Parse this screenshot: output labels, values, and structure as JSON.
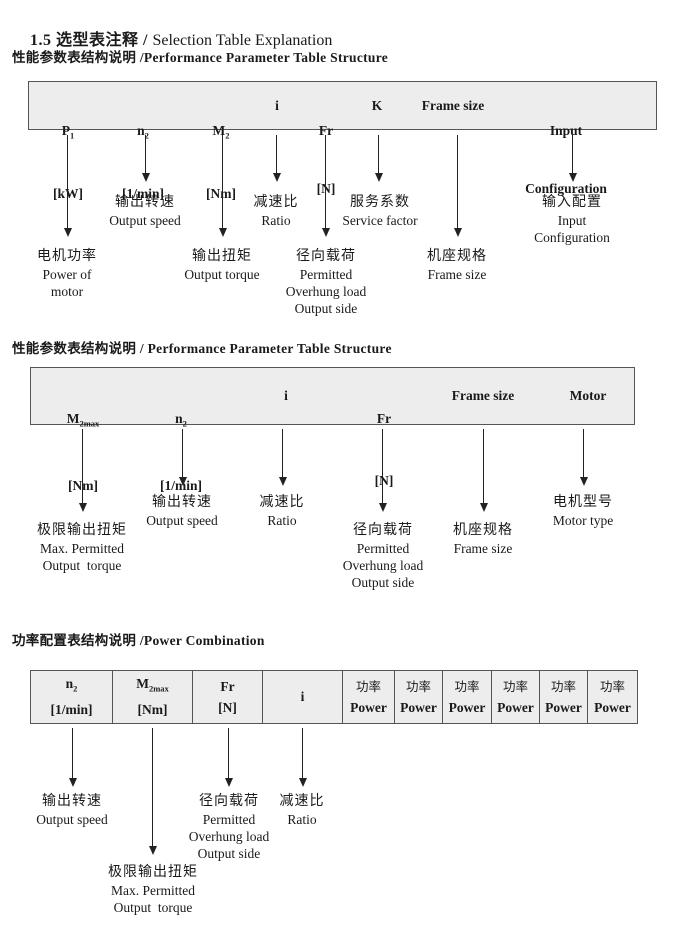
{
  "title": {
    "zh": "1.5 选型表注释 / ",
    "en": "Selection Table Explanation"
  },
  "colors": {
    "table_bg": "#ededed",
    "table_border": "#555555",
    "text": "#1a1a1a"
  },
  "sections": [
    {
      "heading": "性能参数表结构说明 /Performance Parameter Table Structure",
      "table": {
        "columns": [
          {
            "sym": "P",
            "sub": "1",
            "unit": "[kW]"
          },
          {
            "sym": "n",
            "sub": "2",
            "unit": "[1/min]"
          },
          {
            "sym": "M",
            "sub": "2",
            "unit": "[Nm]"
          },
          {
            "sym": "i",
            "sub": "",
            "unit": ""
          },
          {
            "sym": "Fr",
            "sub": "",
            "unit": "[N]"
          },
          {
            "sym": "K",
            "sub": "",
            "unit": ""
          },
          {
            "sym": "Frame size",
            "sub": "",
            "unit": ""
          },
          {
            "sym": "Input",
            "sub": "",
            "unit": "Configuration"
          }
        ]
      },
      "annotations": [
        {
          "lines": [
            "电机功率",
            "Power of",
            "motor"
          ]
        },
        {
          "lines": [
            "输出转速",
            "Output speed"
          ]
        },
        {
          "lines": [
            "输出扭矩",
            "Output torque"
          ]
        },
        {
          "lines": [
            "减速比",
            "Ratio"
          ]
        },
        {
          "lines": [
            "径向载荷",
            "Permitted",
            "Overhung load",
            "Output side"
          ]
        },
        {
          "lines": [
            "服务系数",
            "Service factor"
          ]
        },
        {
          "lines": [
            "机座规格",
            "Frame size"
          ]
        },
        {
          "lines": [
            "输入配置",
            "Input",
            "Configuration"
          ]
        }
      ]
    },
    {
      "heading": "性能参数表结构说明 / Performance Parameter Table Structure",
      "table": {
        "columns": [
          {
            "sym": "M",
            "sub": "2max",
            "unit": "[Nm]"
          },
          {
            "sym": "n",
            "sub": "2",
            "unit": "[1/min]"
          },
          {
            "sym": "i",
            "sub": "",
            "unit": ""
          },
          {
            "sym": "Fr",
            "sub": "",
            "unit": "[N]"
          },
          {
            "sym": "Frame size",
            "sub": "",
            "unit": ""
          },
          {
            "sym": "Motor",
            "sub": "",
            "unit": ""
          }
        ]
      },
      "annotations": [
        {
          "lines": [
            "极限输出扭矩",
            "Max. Permitted",
            "Output  torque"
          ]
        },
        {
          "lines": [
            "输出转速",
            "Output speed"
          ]
        },
        {
          "lines": [
            "减速比",
            "Ratio"
          ]
        },
        {
          "lines": [
            "径向载荷",
            "Permitted",
            "Overhung load",
            "Output side"
          ]
        },
        {
          "lines": [
            "机座规格",
            "Frame size"
          ]
        },
        {
          "lines": [
            "电机型号",
            "Motor type"
          ]
        }
      ]
    },
    {
      "heading": "功率配置表结构说明 /Power Combination",
      "table": {
        "columns": [
          {
            "sym": "n",
            "sub": "2",
            "unit": "[1/min]"
          },
          {
            "sym": "M",
            "sub": "2max",
            "unit": "[Nm]"
          },
          {
            "sym": "Fr",
            "sub": "",
            "unit": "[N]"
          },
          {
            "sym": "i",
            "sub": "",
            "unit": ""
          },
          {
            "sym": "功率",
            "sub": "",
            "unit": "Power"
          },
          {
            "sym": "功率",
            "sub": "",
            "unit": "Power"
          },
          {
            "sym": "功率",
            "sub": "",
            "unit": "Power"
          },
          {
            "sym": "功率",
            "sub": "",
            "unit": "Power"
          },
          {
            "sym": "功率",
            "sub": "",
            "unit": "Power"
          },
          {
            "sym": "功率",
            "sub": "",
            "unit": "Power"
          }
        ]
      },
      "annotations": [
        {
          "lines": [
            "输出转速",
            "Output speed"
          ]
        },
        {
          "lines": [
            "极限输出扭矩",
            "Max. Permitted",
            "Output  torque"
          ]
        },
        {
          "lines": [
            "径向载荷",
            "Permitted",
            "Overhung load",
            "Output side"
          ]
        },
        {
          "lines": [
            "减速比",
            "Ratio"
          ]
        }
      ]
    }
  ]
}
